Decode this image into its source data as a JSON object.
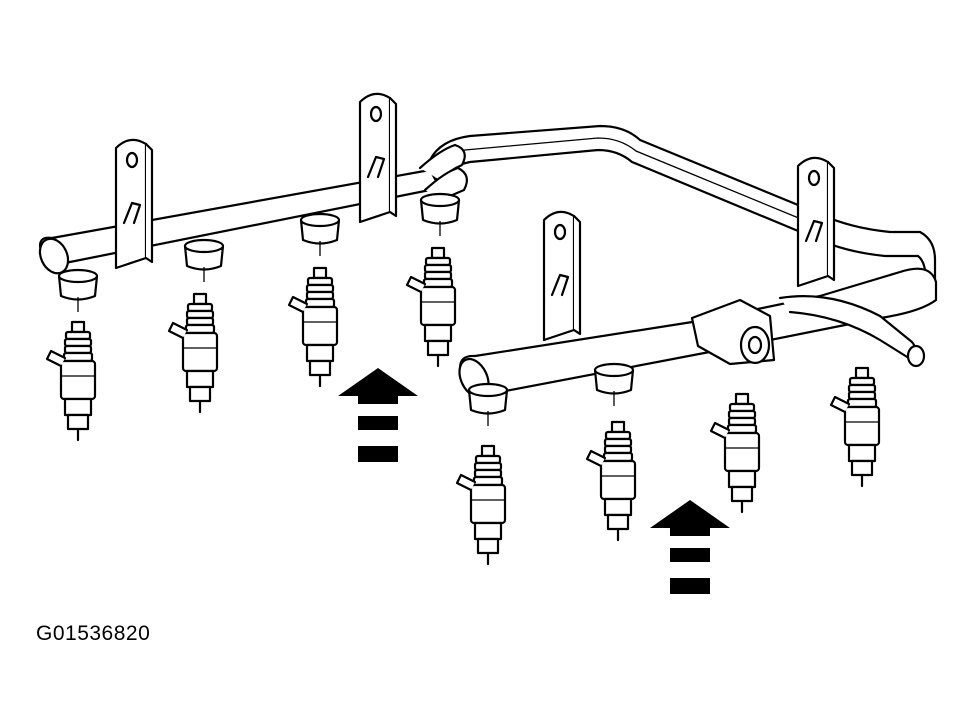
{
  "diagram": {
    "figure_id": "G01536820",
    "subject": "fuel-rail-assembly",
    "colors": {
      "line": "#000000",
      "background": "#ffffff"
    },
    "injectors_left_bank": 4,
    "injectors_right_bank": 4,
    "direction_arrows": 2
  }
}
